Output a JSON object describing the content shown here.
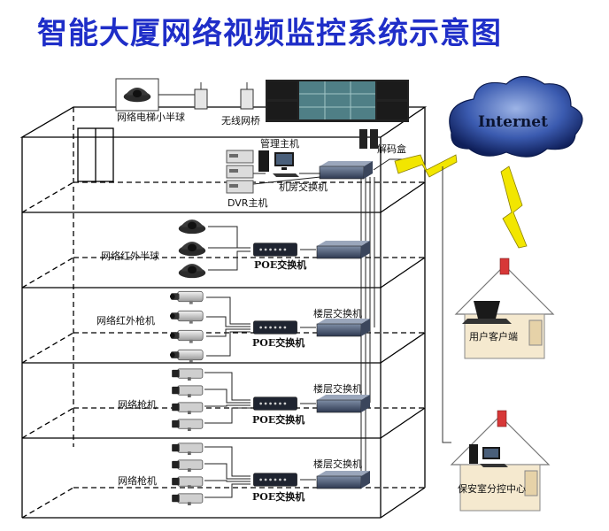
{
  "title": "智能大厦网络视频监控系统示意图",
  "labels": {
    "elevator_dome": "网络电梯小半球",
    "wireless_bridge": "无线网桥",
    "mgmt_host": "管理主机",
    "decoder_box": "解码盒",
    "room_switch": "机房交换机",
    "dvr_host": "DVR主机",
    "ir_dome": "网络红外半球",
    "poe_switch_1": "POE交换机",
    "ir_bullet": "网络红外枪机",
    "floor_switch_1": "楼层交换机",
    "poe_switch_2": "POE交换机",
    "floor_switch_2": "楼层交换机",
    "bullet_1": "网络枪机",
    "poe_switch_3": "POE交换机",
    "floor_switch_3": "楼层交换机",
    "bullet_2": "网络枪机",
    "poe_switch_4": "POE交换机",
    "internet": "Internet",
    "user_client": "用户客户端",
    "security_center": "保安室分控中心"
  },
  "colors": {
    "title": "#1f2ec8",
    "cloud": "#1e3a8a",
    "bolt": "#f2e600",
    "house_wall": "#f5e9cf",
    "house_roof": "#ffffff"
  }
}
